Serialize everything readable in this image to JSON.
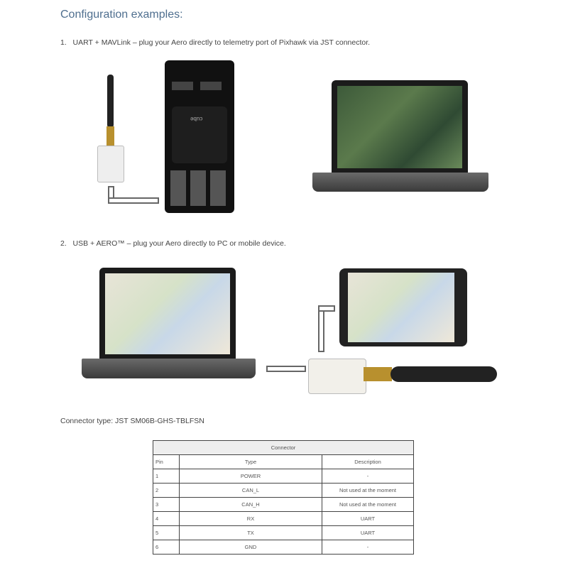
{
  "heading": "Configuration examples:",
  "items": [
    {
      "num": "1.",
      "text": "UART + MAVLink – plug your Aero directly to telemetry port of Pixhawk via JST connector."
    },
    {
      "num": "2.",
      "text": "USB + AERO™ – plug your Aero directly to PC or mobile device."
    }
  ],
  "connector_line": "Connector type: JST SM06B-GHS-TBLFSN",
  "table": {
    "title": "Connector",
    "headers": [
      "Pin",
      "Type",
      "Description"
    ],
    "rows": [
      [
        "1",
        "POWER",
        "-"
      ],
      [
        "2",
        "CAN_L",
        "Not used at the moment"
      ],
      [
        "3",
        "CAN_H",
        "Not used at the moment"
      ],
      [
        "4",
        "RX",
        "UART"
      ],
      [
        "5",
        "TX",
        "UART"
      ],
      [
        "6",
        "GND",
        "-"
      ]
    ]
  },
  "pixhawk_label": "cube"
}
